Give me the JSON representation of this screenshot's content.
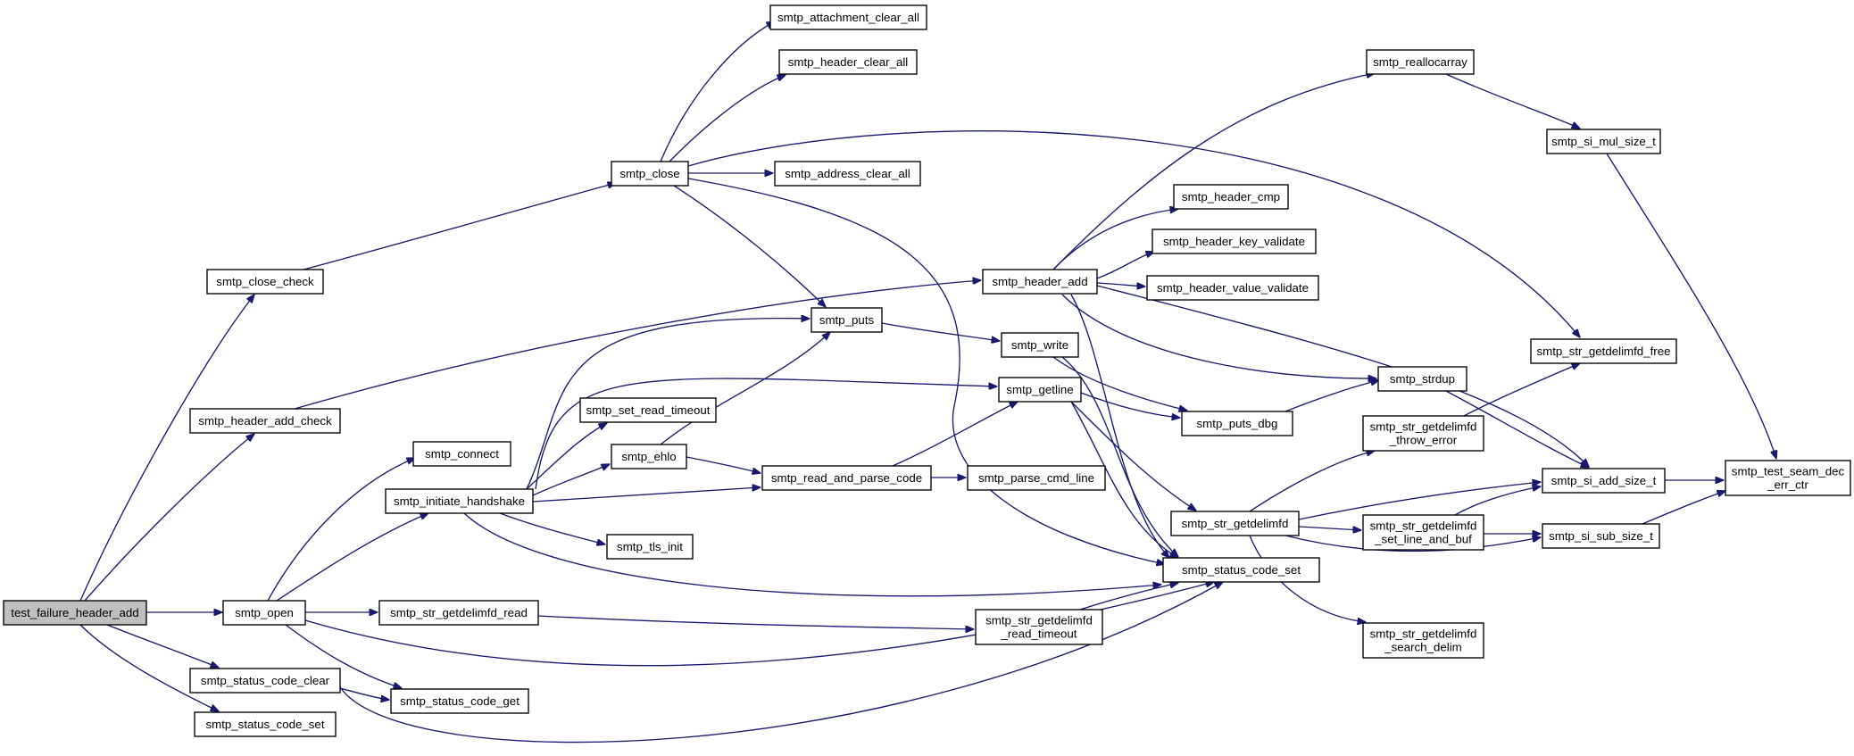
{
  "diagram": {
    "edge_color": "#191970",
    "root_fill": "#bfbfbf",
    "node_fill": "#ffffff",
    "nodes": [
      {
        "id": "n0",
        "lines": [
          "test_failure_header_add"
        ],
        "root": true
      },
      {
        "id": "n1",
        "lines": [
          "smtp_close_check"
        ]
      },
      {
        "id": "n2",
        "lines": [
          "smtp_close"
        ]
      },
      {
        "id": "n3",
        "lines": [
          "smtp_attachment_clear_all"
        ]
      },
      {
        "id": "n4",
        "lines": [
          "smtp_header_clear_all"
        ]
      },
      {
        "id": "n5",
        "lines": [
          "smtp_address_clear_all"
        ]
      },
      {
        "id": "n6",
        "lines": [
          "smtp_puts"
        ]
      },
      {
        "id": "n7",
        "lines": [
          "smtp_write"
        ]
      },
      {
        "id": "n8",
        "lines": [
          "smtp_puts_dbg"
        ]
      },
      {
        "id": "n9",
        "lines": [
          "smtp_strdup"
        ]
      },
      {
        "id": "n10",
        "lines": [
          "smtp_si_add_size_t"
        ]
      },
      {
        "id": "n11",
        "lines": [
          "smtp_test_seam_dec",
          "_err_ctr"
        ]
      },
      {
        "id": "n12",
        "lines": [
          "smtp_status_code_set"
        ]
      },
      {
        "id": "n13",
        "lines": [
          "smtp_str_getdelimfd_free"
        ]
      },
      {
        "id": "n14",
        "lines": [
          "smtp_header_add_check"
        ]
      },
      {
        "id": "n15",
        "lines": [
          "smtp_header_add"
        ]
      },
      {
        "id": "n16",
        "lines": [
          "smtp_reallocarray"
        ]
      },
      {
        "id": "n17",
        "lines": [
          "smtp_si_mul_size_t"
        ]
      },
      {
        "id": "n18",
        "lines": [
          "smtp_header_cmp"
        ]
      },
      {
        "id": "n19",
        "lines": [
          "smtp_header_key_validate"
        ]
      },
      {
        "id": "n20",
        "lines": [
          "smtp_header_value_validate"
        ]
      },
      {
        "id": "n21",
        "lines": [
          "smtp_open"
        ]
      },
      {
        "id": "n22",
        "lines": [
          "smtp_connect"
        ]
      },
      {
        "id": "n23",
        "lines": [
          "smtp_initiate_handshake"
        ]
      },
      {
        "id": "n24",
        "lines": [
          "smtp_ehlo"
        ]
      },
      {
        "id": "n25",
        "lines": [
          "smtp_read_and_parse_code"
        ]
      },
      {
        "id": "n26",
        "lines": [
          "smtp_getline"
        ]
      },
      {
        "id": "n27",
        "lines": [
          "smtp_str_getdelimfd"
        ]
      },
      {
        "id": "n28",
        "lines": [
          "smtp_str_getdelimfd",
          "_set_line_and_buf"
        ]
      },
      {
        "id": "n29",
        "lines": [
          "smtp_si_sub_size_t"
        ]
      },
      {
        "id": "n30",
        "lines": [
          "smtp_str_getdelimfd",
          "_search_delim"
        ]
      },
      {
        "id": "n31",
        "lines": [
          "smtp_str_getdelimfd",
          "_throw_error"
        ]
      },
      {
        "id": "n32",
        "lines": [
          "smtp_parse_cmd_line"
        ]
      },
      {
        "id": "n33",
        "lines": [
          "smtp_set_read_timeout"
        ]
      },
      {
        "id": "n34",
        "lines": [
          "smtp_tls_init"
        ]
      },
      {
        "id": "n35",
        "lines": [
          "smtp_str_getdelimfd_read"
        ]
      },
      {
        "id": "n36",
        "lines": [
          "smtp_str_getdelimfd",
          "_read_timeout"
        ]
      },
      {
        "id": "n37",
        "lines": [
          "smtp_status_code_get"
        ]
      },
      {
        "id": "n38",
        "lines": [
          "smtp_status_code_clear"
        ]
      },
      {
        "id": "n39",
        "lines": [
          "smtp_status_code_set"
        ]
      }
    ]
  }
}
